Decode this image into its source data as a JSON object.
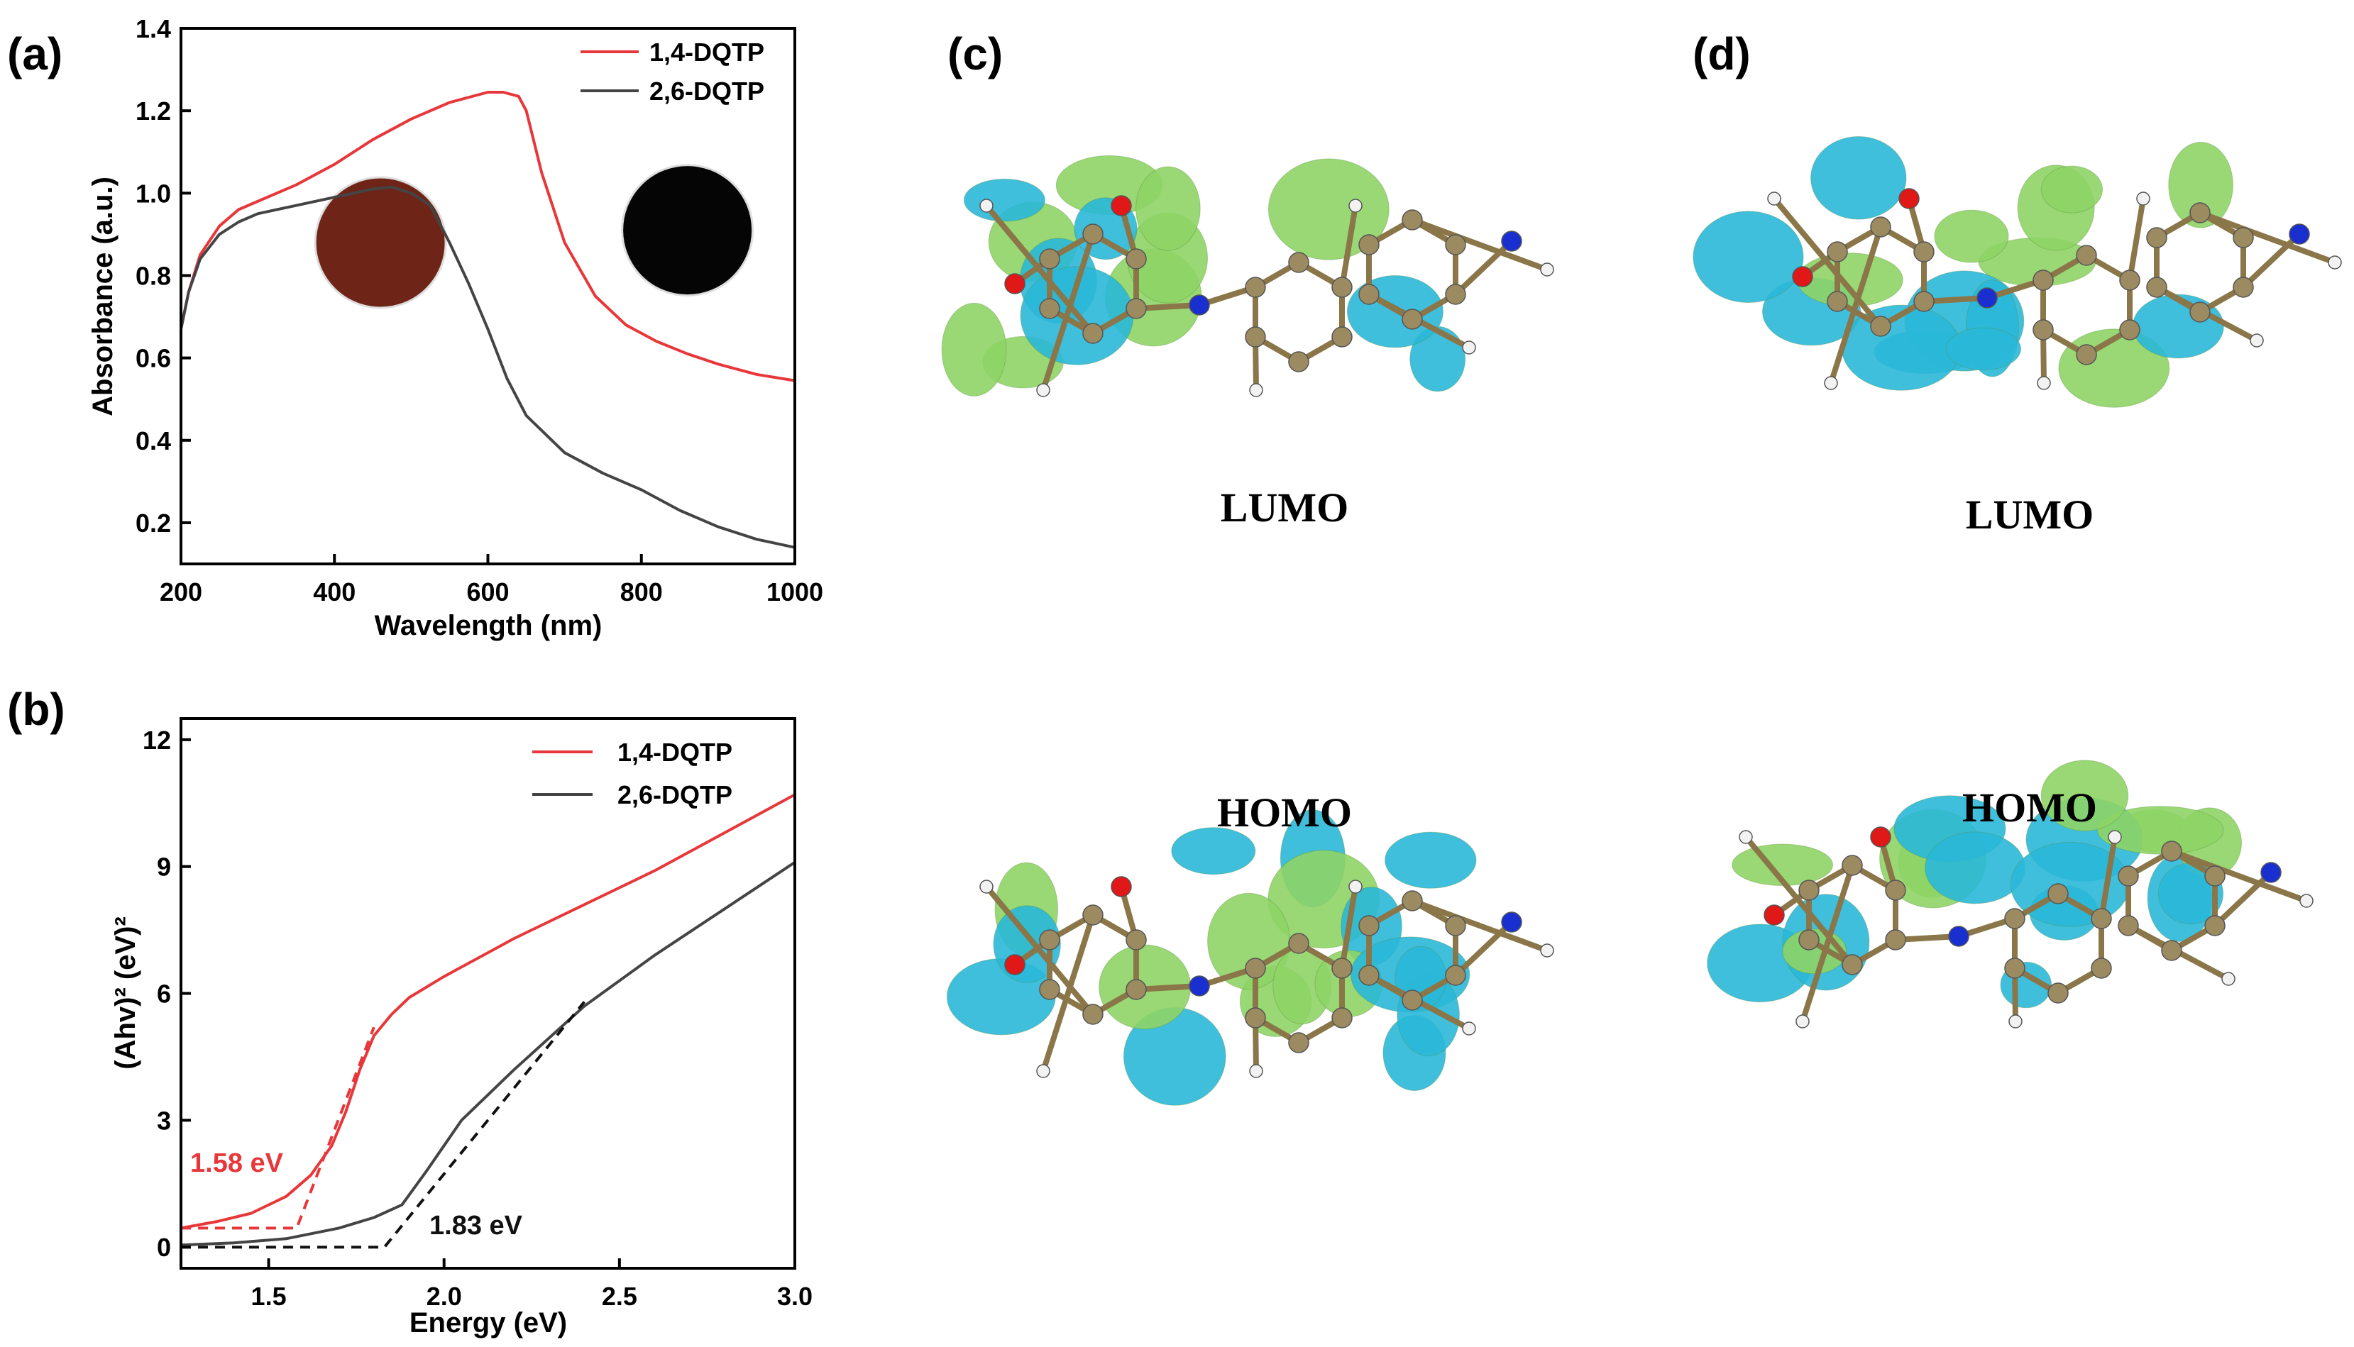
{
  "panels": {
    "a": "(a)",
    "b": "(b)",
    "c": "(c)",
    "d": "(d)"
  },
  "colors": {
    "red": "#e8373a",
    "black": "#444444",
    "dash_black": "#111111",
    "lobe_blue": "#2ab8d8",
    "lobe_green": "#8ed466",
    "carbon": "#9c8a60",
    "oxygen": "#e01818",
    "nitrogen": "#1a2fd0",
    "hydrogen": "#f2f2f2",
    "dot_dark_red": "#6e2416",
    "dot_black": "#050505"
  },
  "chart_data": [
    {
      "type": "line",
      "panel": "a",
      "xlabel": "Wavelength (nm)",
      "ylabel": "Absorbance (a.u.)",
      "xlim": [
        200,
        1000
      ],
      "ylim": [
        0.1,
        1.4
      ],
      "xticks": [
        "200",
        "400",
        "600",
        "800",
        "1000"
      ],
      "yticks": [
        "0.2",
        "0.4",
        "0.6",
        "0.8",
        "1.0",
        "1.2",
        "1.4"
      ],
      "legend_position": "top-right",
      "series": [
        {
          "name": "1,4-DQTP",
          "color": "red",
          "x": [
            200,
            210,
            225,
            250,
            275,
            300,
            350,
            400,
            450,
            500,
            550,
            600,
            620,
            640,
            650,
            670,
            700,
            740,
            780,
            820,
            860,
            900,
            950,
            1000
          ],
          "y": [
            0.67,
            0.76,
            0.85,
            0.92,
            0.96,
            0.98,
            1.02,
            1.07,
            1.13,
            1.18,
            1.22,
            1.245,
            1.245,
            1.235,
            1.2,
            1.05,
            0.88,
            0.75,
            0.68,
            0.64,
            0.61,
            0.585,
            0.56,
            0.545
          ]
        },
        {
          "name": "2,6-DQTP",
          "color": "black",
          "x": [
            200,
            210,
            225,
            250,
            275,
            300,
            350,
            400,
            450,
            475,
            500,
            525,
            550,
            575,
            600,
            625,
            650,
            700,
            750,
            800,
            850,
            900,
            950,
            1000
          ],
          "y": [
            0.67,
            0.76,
            0.84,
            0.9,
            0.93,
            0.95,
            0.97,
            0.99,
            1.01,
            1.015,
            1.0,
            0.97,
            0.88,
            0.78,
            0.67,
            0.55,
            0.46,
            0.37,
            0.32,
            0.28,
            0.23,
            0.19,
            0.16,
            0.14
          ]
        }
      ],
      "insets": [
        {
          "type": "dot",
          "color": "dot_dark_red",
          "cx_nm": 460,
          "cy_abs": 0.88
        },
        {
          "type": "dot",
          "color": "dot_black",
          "cx_nm": 860,
          "cy_abs": 0.91
        }
      ]
    },
    {
      "type": "line",
      "panel": "b",
      "xlabel": "Energy (eV)",
      "ylabel": "(Ahv)² (eV)²",
      "xlim": [
        1.25,
        3.0
      ],
      "ylim": [
        -0.5,
        12.5
      ],
      "xticks": [
        "1.5",
        "2.0",
        "2.5",
        "3.0"
      ],
      "yticks": [
        "0",
        "3",
        "6",
        "9",
        "12"
      ],
      "legend_position": "top-right",
      "series": [
        {
          "name": "1,4-DQTP",
          "color": "red",
          "x": [
            1.25,
            1.35,
            1.45,
            1.55,
            1.62,
            1.68,
            1.72,
            1.76,
            1.8,
            1.85,
            1.9,
            2.0,
            2.2,
            2.4,
            2.6,
            2.8,
            3.0
          ],
          "y": [
            0.45,
            0.6,
            0.8,
            1.2,
            1.7,
            2.4,
            3.2,
            4.2,
            5.0,
            5.5,
            5.9,
            6.4,
            7.3,
            8.1,
            8.9,
            9.8,
            10.7
          ]
        },
        {
          "name": "2,6-DQTP",
          "color": "black",
          "x": [
            1.25,
            1.4,
            1.55,
            1.7,
            1.8,
            1.88,
            1.95,
            2.05,
            2.2,
            2.4,
            2.6,
            2.8,
            3.0
          ],
          "y": [
            0.05,
            0.1,
            0.2,
            0.45,
            0.7,
            1.0,
            1.8,
            3.0,
            4.2,
            5.7,
            6.9,
            8.0,
            9.1
          ]
        }
      ],
      "tangents": [
        {
          "color": "red",
          "points": [
            [
              1.25,
              0.45
            ],
            [
              1.58,
              0.45
            ],
            [
              1.8,
              5.2
            ]
          ]
        },
        {
          "color": "dash_black",
          "points": [
            [
              1.25,
              0.0
            ],
            [
              1.83,
              0.0
            ],
            [
              2.4,
              5.8
            ]
          ]
        }
      ],
      "annotations": [
        {
          "text": "1.58 eV",
          "color": "red"
        },
        {
          "text": "1.83 eV",
          "color": "black"
        }
      ]
    }
  ],
  "orbitals": {
    "c_lumo": "LUMO",
    "c_homo": "HOMO",
    "d_lumo": "LUMO",
    "d_homo": "HOMO"
  }
}
